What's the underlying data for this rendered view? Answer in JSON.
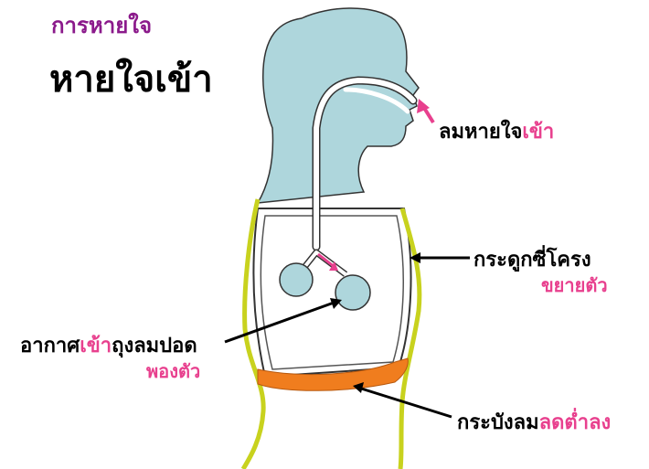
{
  "header": {
    "subtitle": "การหายใจ",
    "title": "หายใจเข้า"
  },
  "labels": {
    "inhaled_air": {
      "black": "ลมหายใจ",
      "pink": "เข้า"
    },
    "ribs": {
      "text": "กระดูกซี่โครง",
      "sub": "ขยายตัว"
    },
    "alveoli": {
      "black_a": "อากาศ",
      "pink": "เข้า",
      "black_b": "ถุงลมปอด",
      "sub": "พองตัว"
    },
    "diaphragm": {
      "black": "กระบังลม",
      "pink": "ลดต่ำลง"
    }
  },
  "colors": {
    "body": "#aed6dc",
    "outline": "#333333",
    "torso_edge": "#c8d21e",
    "diaphragm": "#f07d1e",
    "pink": "#e8408e",
    "purple": "#8b1a8b"
  }
}
